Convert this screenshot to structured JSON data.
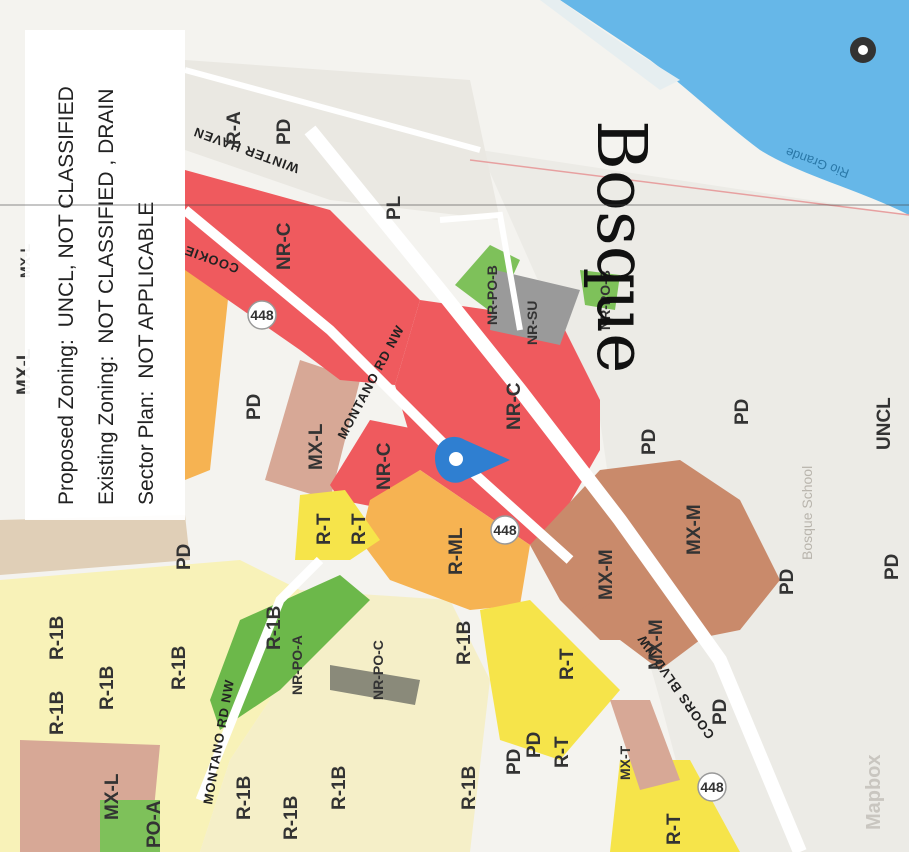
{
  "info_panel": {
    "proposed_label": "Proposed Zoning:",
    "proposed_value": "UNCL, NOT CLASSIFIED",
    "existing_label": "Existing Zoning:",
    "existing_value": "NOT CLASSIFIED , DRAIN",
    "sector_label": "Sector Plan:",
    "sector_value": "NOT APPLICABLE"
  },
  "handwritten": "Bosque",
  "river_name": "Rio Grande",
  "streets": {
    "montano_upper": "MONTANO RD NW",
    "montano_lower": "MONTANO RD NW",
    "coors": "COORS BLVD NW",
    "winter_haven": "WINTER HAVEN",
    "cookie": "COOKIE",
    "route_shield": "448"
  },
  "zones": {
    "nr_c": "NR-C",
    "nr_po_b": "NR-PO-B",
    "nr_su": "NR-SU",
    "nr_po_a": "NR-PO-A",
    "nr_po_c": "NR-PO-C",
    "r_ml": "R-ML",
    "r_t": "R-T",
    "r_1b": "R-1B",
    "r_a": "R-A",
    "mx_l": "MX-L",
    "mx_m": "MX-M",
    "mx_t": "MX-T",
    "pd": "PD",
    "pl": "PL",
    "uncl": "UNCL",
    "po_a": "PO-A"
  },
  "school_label": "Bosque School",
  "brand": "Mapbox",
  "colors": {
    "nr_c": "#ef5a5e",
    "r_ml": "#f6b352",
    "r_t": "#f6e44a",
    "r_1b": "#f8f2b8",
    "mx_m": "#c98a6b",
    "mx_l": "#d7a896",
    "nr_po": "#7ec15a",
    "nr_su": "#9a9a9a",
    "water": "#66b7e8",
    "marker": "#2f7fd1"
  }
}
